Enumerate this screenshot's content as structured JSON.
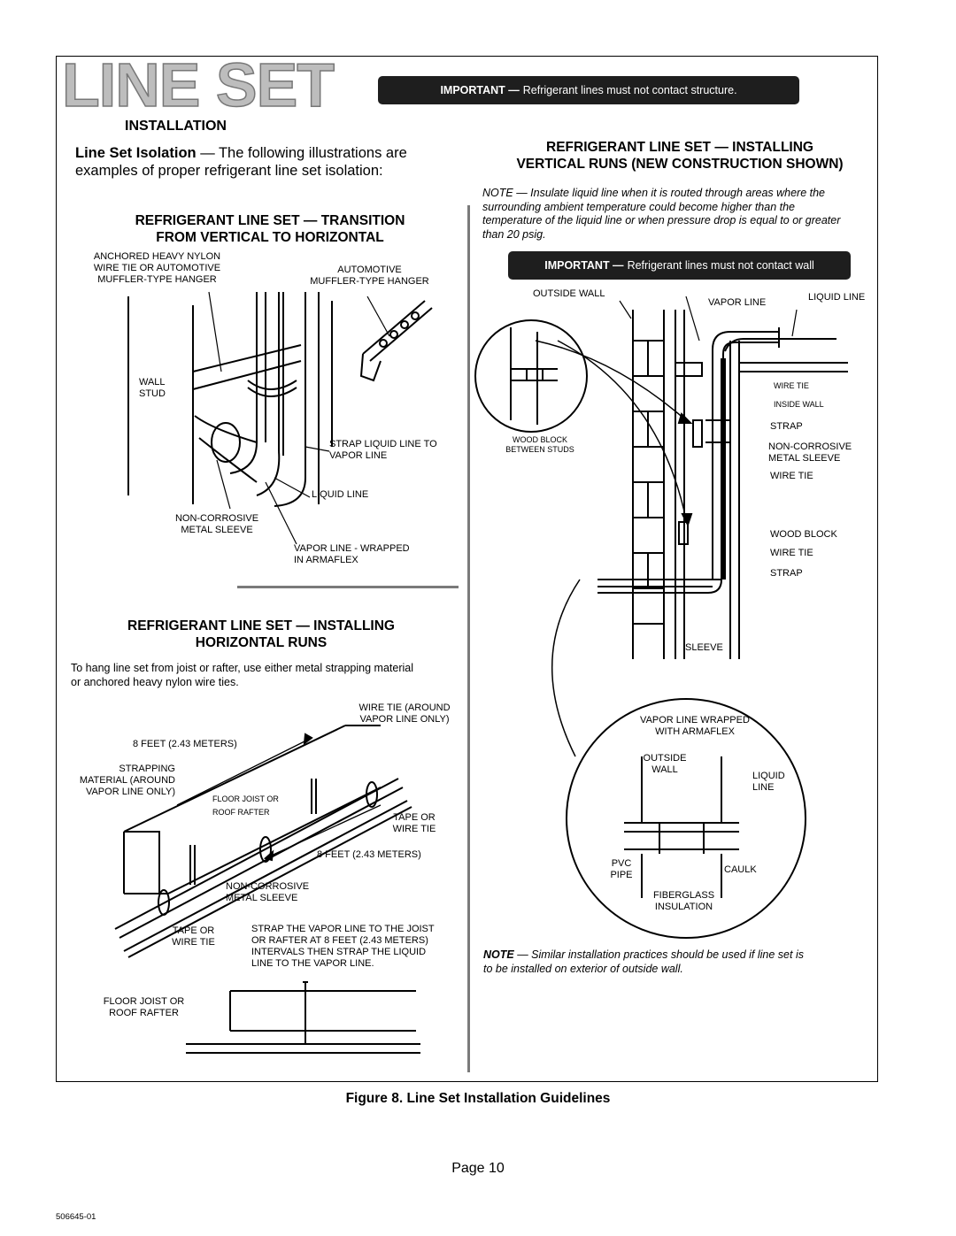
{
  "header": {
    "title": "LINE SET",
    "important_top": {
      "bold": "IMPORTANT —",
      "text": "Refrigerant lines must not contact structure."
    }
  },
  "installation": {
    "heading": "INSTALLATION",
    "isolation_bold": "Line Set Isolation",
    "isolation_text_1": " — The following illustrations are",
    "isolation_text_2": "examples of proper refrigerant line set isolation:"
  },
  "transition": {
    "heading_1": "REFRIGERANT LINE SET — TRANSITION",
    "heading_2": "FROM VERTICAL TO HORIZONTAL",
    "labels": {
      "nylon_1": "ANCHORED HEAVY NYLON",
      "nylon_2": "WIRE TIE OR AUTOMOTIVE",
      "nylon_3": "MUFFLER-TYPE HANGER",
      "auto_1": "AUTOMOTIVE",
      "auto_2": "MUFFLER-TYPE HANGER",
      "wall_1": "WALL",
      "wall_2": "STUD",
      "strap_1": "STRAP LIQUID LINE TO",
      "strap_2": "VAPOR LINE",
      "liquid": "LIQUID LINE",
      "sleeve_1": "NON-CORROSIVE",
      "sleeve_2": "METAL SLEEVE",
      "vapor_1": "VAPOR LINE - WRAPPED",
      "vapor_2": "IN ARMAFLEX"
    }
  },
  "horizontal": {
    "heading_1": "REFRIGERANT LINE SET — INSTALLING",
    "heading_2": "HORIZONTAL RUNS",
    "text_1": "To hang line set from joist or rafter, use either metal strapping material",
    "text_2": "or anchored heavy nylon wire ties.",
    "labels": {
      "wt_1": "WIRE TIE (AROUND",
      "wt_2": "VAPOR LINE ONLY)",
      "feet_top": "8 FEET (2.43 METERS)",
      "strap_1": "STRAPPING",
      "strap_2": "MATERIAL (AROUND",
      "strap_3": "VAPOR LINE ONLY)",
      "joist_1": "FLOOR JOIST OR",
      "joist_2": "ROOF RAFTER",
      "tape_1": "TAPE OR",
      "tape_2": "WIRE TIE",
      "feet_bottom": "8 FEET (2.43 METERS)",
      "sleeve_1": "NON-CORROSIVE",
      "sleeve_2": "METAL SLEEVE",
      "tape2_1": "TAPE OR",
      "tape2_2": "WIRE TIE",
      "strapnote_1": "STRAP THE VAPOR LINE TO THE JOIST",
      "strapnote_2": "OR RAFTER AT 8 FEET (2.43 METERS)",
      "strapnote_3": "INTERVALS THEN STRAP THE LIQUID",
      "strapnote_4": "LINE TO THE VAPOR LINE.",
      "joist2_1": "FLOOR JOIST OR",
      "joist2_2": "ROOF RAFTER"
    }
  },
  "vertical": {
    "heading_1": "REFRIGERANT LINE SET — INSTALLING",
    "heading_2": "VERTICAL RUNS (NEW CONSTRUCTION SHOWN)",
    "note_1": "NOTE — Insulate liquid line when it is routed through areas where the",
    "note_2": "surrounding ambient temperature could become higher than the",
    "note_3": "temperature of the liquid line or when pressure drop is equal to or greater",
    "note_4": "than 20 psig.",
    "important": {
      "bold": "IMPORTANT —",
      "text": "Refrigerant lines must not contact wall"
    },
    "labels": {
      "outside_wall": "OUTSIDE WALL",
      "vapor_line": "VAPOR LINE",
      "liquid_line": "LIQUID LINE",
      "wire_tie_1": "WIRE TIE",
      "inside_wall": "INSIDE WALL",
      "strap_1": "STRAP",
      "wood_block_1": "WOOD BLOCK",
      "wood_block_2": "BETWEEN STUDS",
      "ncs_1": "NON-CORROSIVE",
      "ncs_2": "METAL SLEEVE",
      "wire_tie_2": "WIRE TIE",
      "wood_block_r": "WOOD BLOCK",
      "wire_tie_3": "WIRE TIE",
      "strap_2": "STRAP",
      "sleeve": "SLEEVE",
      "vlw_1": "VAPOR LINE WRAPPED",
      "vlw_2": "WITH ARMAFLEX",
      "ow_1": "OUTSIDE",
      "ow_2": "WALL",
      "ll_1": "LIQUID",
      "ll_2": "LINE",
      "pvc_1": "PVC",
      "pvc_2": "PIPE",
      "caulk": "CAULK",
      "fg_1": "FIBERGLASS",
      "fg_2": "INSULATION"
    },
    "note_bottom_bold": "NOTE",
    "note_bottom_1": " — Similar installation practices should be used if line set is",
    "note_bottom_2": "to be installed on exterior of outside wall."
  },
  "figure_caption": "Figure 8. Line Set Installation Guidelines",
  "page_label": "Page 10",
  "doc_number": "506645-01"
}
